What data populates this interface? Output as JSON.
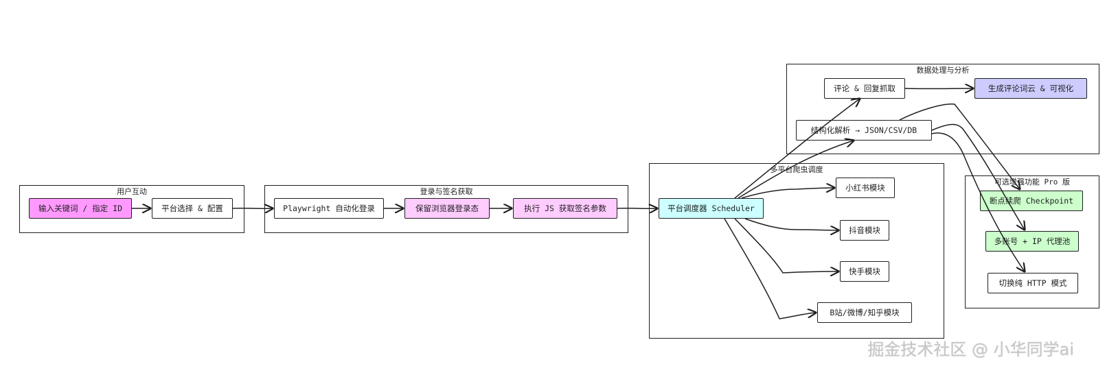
{
  "groups": {
    "user": {
      "title": "用户互动"
    },
    "login": {
      "title": "登录与签名获取"
    },
    "scheduler": {
      "title": "多平台爬虫调度"
    },
    "data": {
      "title": "数据处理与分析"
    },
    "optional": {
      "title": "可选增强功能 Pro 版"
    }
  },
  "nodes": {
    "input": {
      "label": "输入关键词 / 指定 ID",
      "color": "#ff99ff"
    },
    "platform_select": {
      "label": "平台选择 & 配置",
      "color": "#ffffff"
    },
    "playwright": {
      "label": "Playwright 自动化登录",
      "color": "#ffffff"
    },
    "keep_login": {
      "label": "保留浏览器登录态",
      "color": "#ffccff"
    },
    "exec_js": {
      "label": "执行 JS 获取签名参数",
      "color": "#ffccff"
    },
    "platform_scheduler": {
      "label": "平台调度器 Scheduler",
      "color": "#ccffff"
    },
    "xhs": {
      "label": "小红书模块",
      "color": "#ffffff"
    },
    "douyin": {
      "label": "抖音模块",
      "color": "#ffffff"
    },
    "kuaishou": {
      "label": "快手模块",
      "color": "#ffffff"
    },
    "bili": {
      "label": "B站/微博/知乎模块",
      "color": "#ffffff"
    },
    "comment": {
      "label": "评论 & 回复抓取",
      "color": "#ffffff"
    },
    "wordcloud": {
      "label": "生成评论词云 & 可视化",
      "color": "#ccccff"
    },
    "parse": {
      "label": "结构化解析 → JSON/CSV/DB",
      "color": "#ffffff"
    },
    "checkpoint": {
      "label": "断点续爬 Checkpoint",
      "color": "#ccffcc"
    },
    "proxy": {
      "label": "多账号 + IP 代理池",
      "color": "#ccffcc"
    },
    "http_mode": {
      "label": "切换纯 HTTP 模式",
      "color": "#ffffff"
    }
  },
  "watermark": "掘金技术社区 @ 小华同学ai"
}
